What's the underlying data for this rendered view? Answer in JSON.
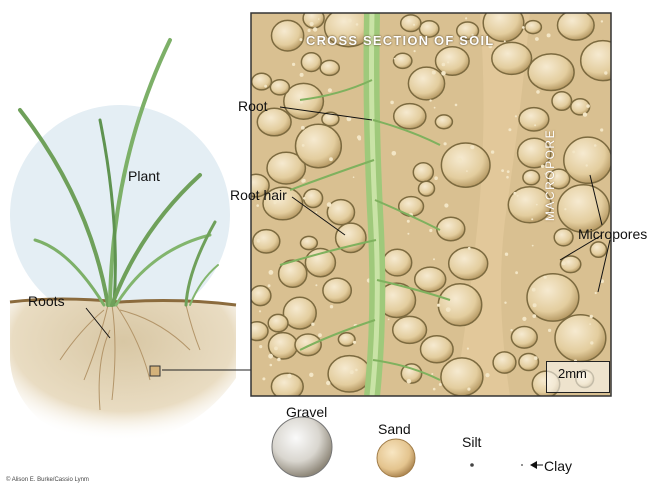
{
  "title": "CROSS SECTION OF SOIL",
  "labels": {
    "plant": "Plant",
    "roots": "Roots",
    "root": "Root",
    "root_hair": "Root hair",
    "macropore": "MACROPORE",
    "micropores": "Micropores",
    "scale": "2mm",
    "gravel": "Gravel",
    "sand": "Sand",
    "silt": "Silt",
    "clay": "Clay"
  },
  "credit": "© Alison E. Burke/Cassio Lynm",
  "colors": {
    "soil_background": "#d9c091",
    "pebble": "#e7d3a7",
    "pebble_edge": "#7c6a3f",
    "root_green": "#9fc97b",
    "grass_green": "#6fa05a",
    "macropore": "#e2c89a",
    "text": "#111111"
  }
}
